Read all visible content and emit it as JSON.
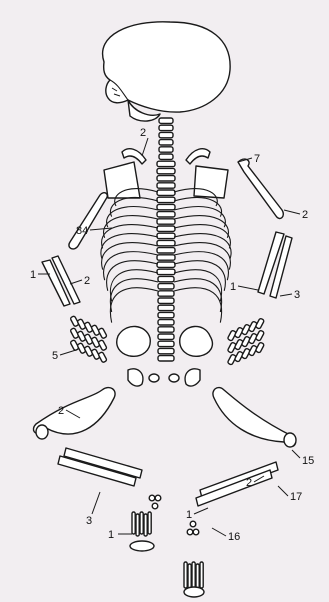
{
  "colors": {
    "paper": "#f2eef1",
    "ink": "#1a1a1a",
    "bone": "#ffffff"
  },
  "labels": {
    "neck_left": "2",
    "upper_right_7": "7",
    "upper_right_2": "2",
    "ribs_84": "84",
    "arm_left_1": "1",
    "arm_left_2": "2",
    "arm_right_1": "1",
    "arm_right_3": "3",
    "hand_left_5": "5",
    "femur_left_2": "2",
    "femur_right_15": "15",
    "leg_right_2": "2",
    "leg_right_17": "17",
    "leg_left_3": "3",
    "foot_left_1": "1",
    "foot_right_1": "1",
    "leg_right_16": "16"
  }
}
